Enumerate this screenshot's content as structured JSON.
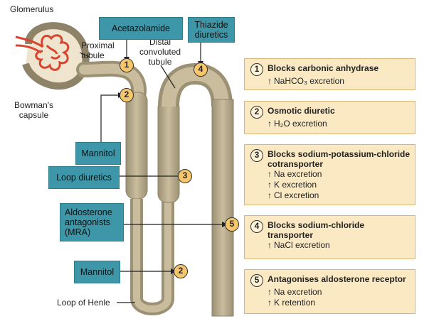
{
  "labels": {
    "glomerulus": "Glomerulus",
    "proximal_tubule": "Proximal\ntubule",
    "bowmans_capsule": "Bowman's\ncapsule",
    "distal_tubule": "Distal\nconvoluted\ntubule",
    "loop_of_henle": "Loop of Henle"
  },
  "drugs": {
    "acetazolamide": "Acetazolamide",
    "thiazide": "Thiazide\ndiuretics",
    "mannitol_top": "Mannitol",
    "loop_diuretics": "Loop diuretics",
    "aldosterone": "Aldosterone\nantagonists\n(MRA)",
    "mannitol_bottom": "Mannitol"
  },
  "site_numbers": {
    "acetazolamide": "1",
    "mannitol_top": "2",
    "loop_diuretics": "3",
    "thiazide": "4",
    "aldosterone": "5",
    "mannitol_bottom": "2"
  },
  "cards": [
    {
      "num": "1",
      "title": "Blocks carbonic anhydrase",
      "effects": [
        "NaHCO₃ excretion"
      ]
    },
    {
      "num": "2",
      "title": "Osmotic diuretic",
      "effects": [
        "H₂O excretion"
      ]
    },
    {
      "num": "3",
      "title": "Blocks sodium-potassium-chloride cotransporter",
      "effects": [
        "Na excretion",
        "K excretion",
        "Cl excretion"
      ]
    },
    {
      "num": "4",
      "title": "Blocks sodium-chloride transporter",
      "effects": [
        "NaCl excretion"
      ]
    },
    {
      "num": "5",
      "title": "Antagonises aldosterone receptor",
      "effects": [
        "Na excretion",
        "K retention"
      ]
    }
  ],
  "colors": {
    "tubule": "#b6a98a",
    "tubule_edge": "#8e8268",
    "drug_box": "#3d97a8",
    "card_bg": "#fbe9c4",
    "badge": "#f6c66a",
    "glomerulus": "#d9442f"
  }
}
